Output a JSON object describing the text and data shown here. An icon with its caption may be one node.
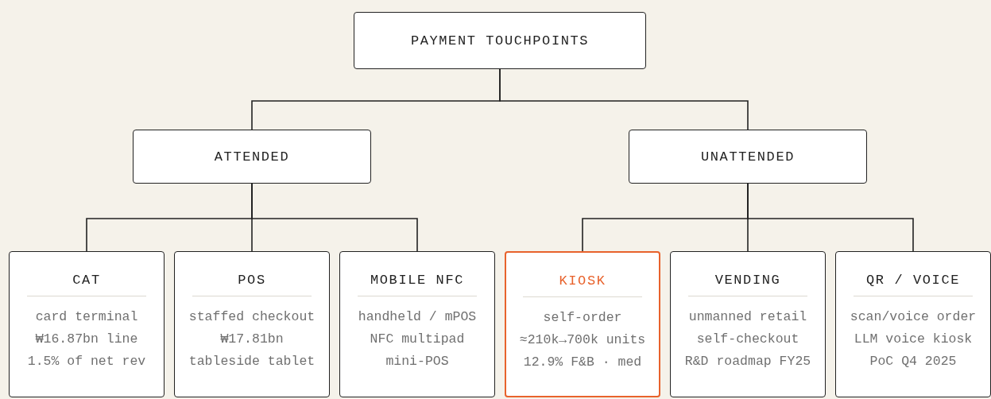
{
  "diagram": {
    "nodes": [
      {
        "text": [
          "PAYMENT TOUCHPOINTS"
        ]
      },
      {
        "text": [
          "ATTENDED"
        ]
      },
      {
        "text": [
          "UNATTENDED"
        ]
      },
      {
        "text": [
          "CAT",
          "card terminal",
          "₩16.87bn line",
          "1.5% of net rev"
        ]
      },
      {
        "text": [
          "POS",
          "staffed checkout",
          "₩17.81bn",
          "tableside tablet"
        ]
      },
      {
        "text": [
          "MOBILE NFC",
          "handheld / mPOS",
          "NFC multipad",
          "mini-POS"
        ]
      },
      {
        "text": [
          "KIOSK",
          "self-order",
          "≈210k→700k units",
          "12.9% F&B · med"
        ]
      },
      {
        "text": [
          "VENDING",
          "unmanned retail",
          "self-checkout",
          "R&D roadmap FY25"
        ]
      },
      {
        "text": [
          "QR / VOICE",
          "scan/voice order",
          "LLM voice kiosk",
          "PoC Q4 2025"
        ]
      }
    ],
    "edges": [
      {
        "from": 0,
        "to": 1,
        "arrow": "none"
      },
      {
        "from": 0,
        "to": 2,
        "arrow": "none"
      },
      {
        "from": 1,
        "to": 3,
        "arrow": "none"
      },
      {
        "from": 1,
        "to": 4,
        "arrow": "none"
      },
      {
        "from": 1,
        "to": 5,
        "arrow": "none"
      },
      {
        "from": 2,
        "to": 6,
        "arrow": "none"
      },
      {
        "from": 2,
        "to": 7,
        "arrow": "none"
      },
      {
        "from": 2,
        "to": 8,
        "arrow": "none"
      }
    ]
  }
}
